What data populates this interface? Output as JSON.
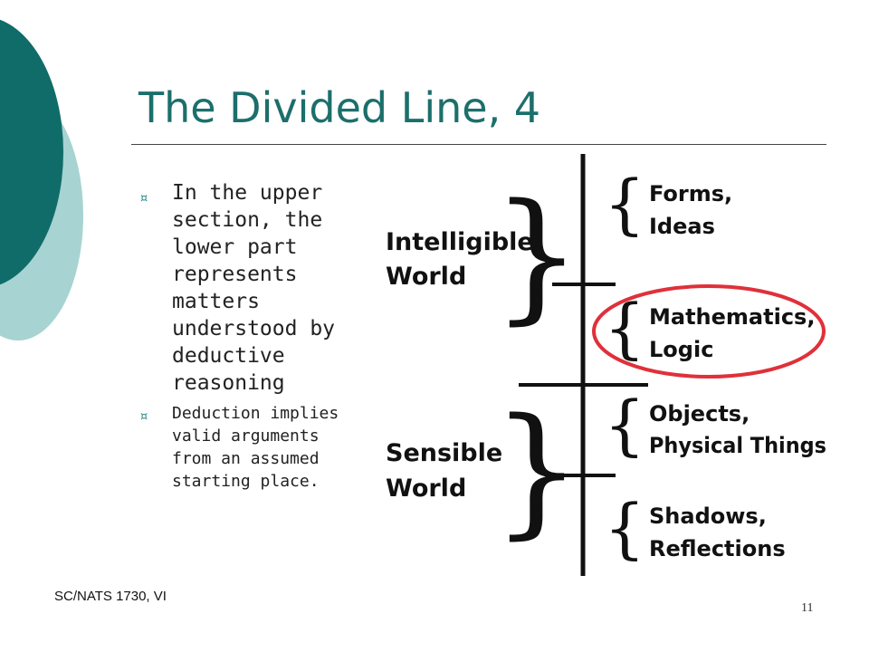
{
  "slide": {
    "title": "The Divided Line, 4",
    "bullets": [
      "In the upper section, the lower part represents matters understood by deductive reasoning",
      "Deduction implies valid arguments from an assumed starting place."
    ],
    "footer": "SC/NATS 1730, VI",
    "page_number": "11",
    "bullet_marker": "¤"
  },
  "diagram": {
    "intelligible_1": "Intelligible",
    "intelligible_2": "World",
    "sensible_1": "Sensible",
    "sensible_2": "World",
    "forms_1": "Forms,",
    "forms_2": "Ideas",
    "math_1": "Mathematics,",
    "math_2": "Logic",
    "objects_1": "Objects,",
    "objects_2": "Physical Things",
    "shadows_1": "Shadows,",
    "shadows_2": "Reflections",
    "highlight_color": "#e0303a"
  },
  "theme": {
    "teal_dark": "#0f6c69",
    "teal_light": "#a7d3d2",
    "title_color": "#1c6f6b"
  }
}
